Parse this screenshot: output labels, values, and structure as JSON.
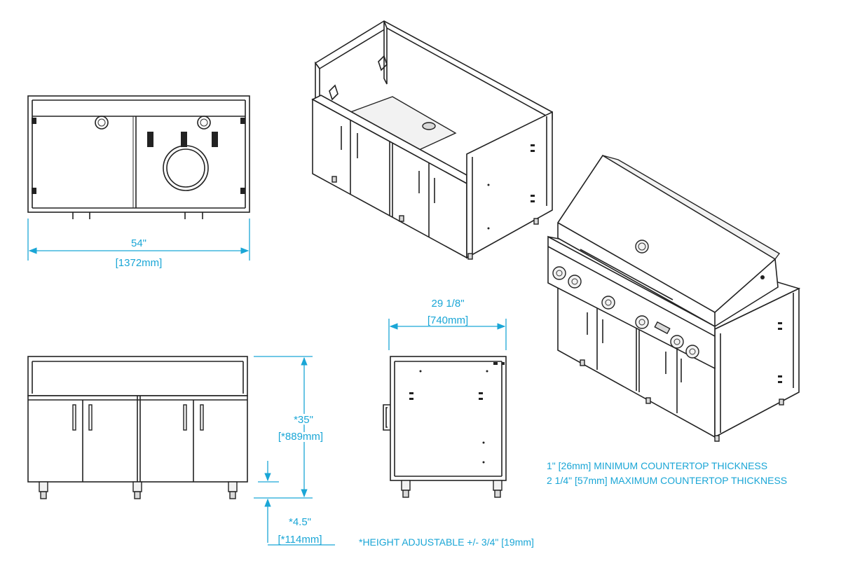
{
  "dimensions": {
    "width": {
      "imperial": "54\"",
      "metric": "[1372mm]"
    },
    "depth": {
      "imperial": "29 1/8\"",
      "metric": "[740mm]"
    },
    "height": {
      "imperial": "*35\"",
      "metric": "[*889mm]"
    },
    "leg": {
      "imperial": "*4.5\"",
      "metric": "[*114mm]"
    }
  },
  "notes": {
    "countertop_min": "1\" [26mm] MINIMUM COUNTERTOP THICKNESS",
    "countertop_max": "2 1/4\" [57mm] MAXIMUM COUNTERTOP THICKNESS",
    "height_adjustable": "*HEIGHT ADJUSTABLE +/- 3/4\" [19mm]"
  },
  "colors": {
    "line": "#222222",
    "dimension": "#1aa6d6"
  }
}
